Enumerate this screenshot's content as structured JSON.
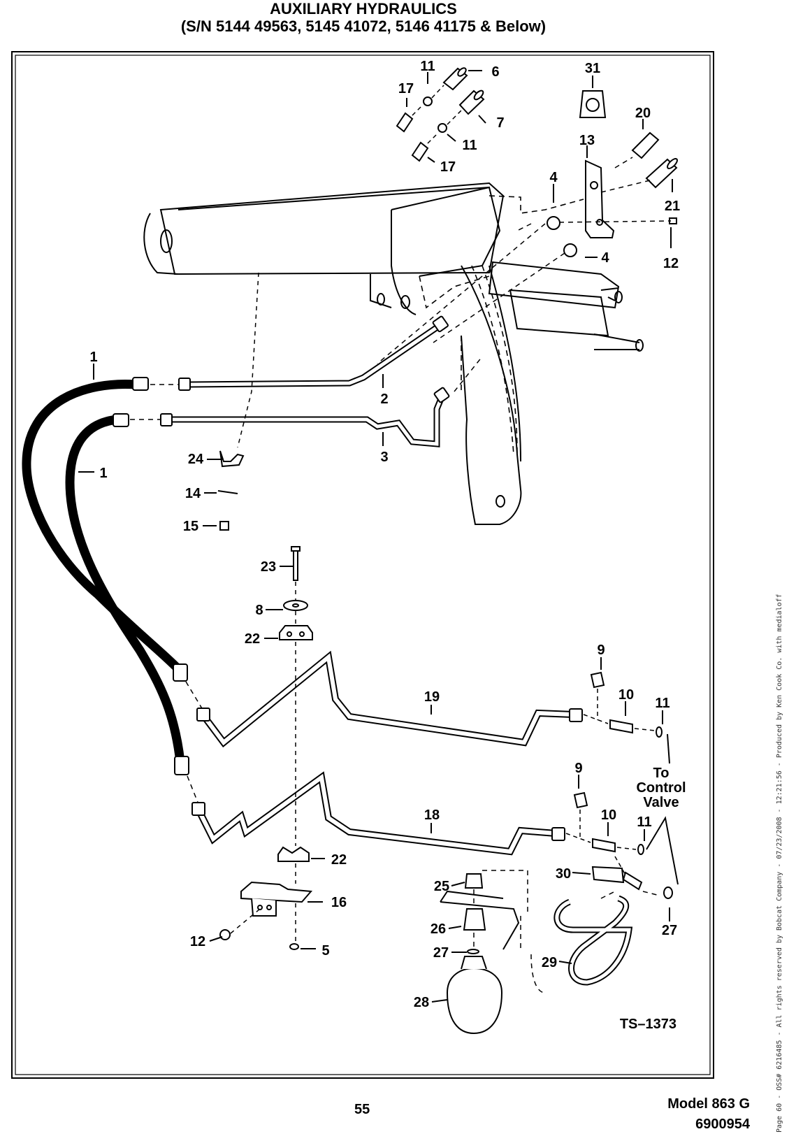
{
  "title": {
    "line1": "AUXILIARY HYDRAULICS",
    "line2": "(S/N 5144 49563, 5145 41072, 5146 41175 & Below)"
  },
  "callouts": {
    "c1a": "1",
    "c1b": "1",
    "c2": "2",
    "c3": "3",
    "c4a": "4",
    "c4b": "4",
    "c5": "5",
    "c6": "6",
    "c7": "7",
    "c8": "8",
    "c9a": "9",
    "c9b": "9",
    "c10a": "10",
    "c10b": "10",
    "c11a": "11",
    "c11b": "11",
    "c11c": "11",
    "c11d": "11",
    "c12a": "12",
    "c12b": "12",
    "c13": "13",
    "c14": "14",
    "c15": "15",
    "c16": "16",
    "c17a": "17",
    "c17b": "17",
    "c18": "18",
    "c19": "19",
    "c20": "20",
    "c21": "21",
    "c22a": "22",
    "c22b": "22",
    "c23": "23",
    "c24": "24",
    "c25": "25",
    "c26": "26",
    "c27a": "27",
    "c27b": "27",
    "c28": "28",
    "c29": "29",
    "c30": "30",
    "c31": "31"
  },
  "note": {
    "line1": "To",
    "line2": "Control",
    "line3": "Valve"
  },
  "figure_id": "TS–1373",
  "footer": {
    "page": "55",
    "model": "Model 863 G",
    "doc": "6900954"
  },
  "sidebar": "Page 60 - OSS# 6216485 - All rights reserved by Bobcat Company - 07/23/2008 - 12:21:56 - Produced by Ken Cook Co. with medialoff"
}
